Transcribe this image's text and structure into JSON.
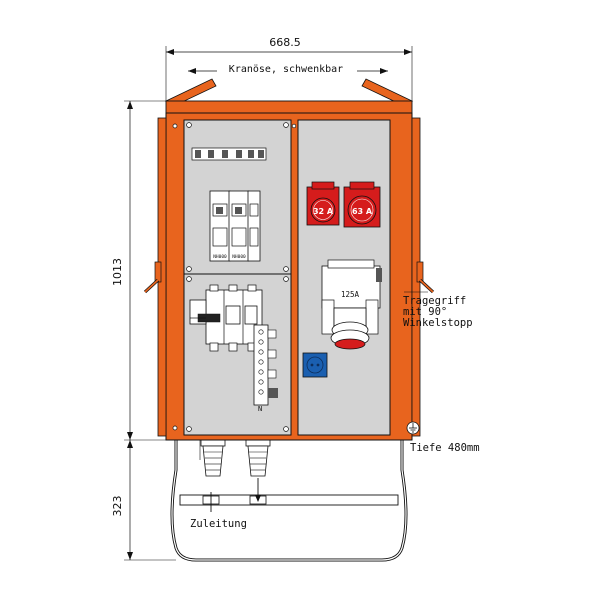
{
  "dimensions": {
    "width": "668.5",
    "height_cabinet": "1013",
    "height_stand": "323"
  },
  "labels": {
    "crane_eye": "Kranöse, schwenkbar",
    "handle_line1": "Tragegriff",
    "handle_line2": "mit 90°",
    "handle_line3": "Winkelstopp",
    "depth": "Tiefe 480mm",
    "feed": "Zuleitung",
    "neutral": "N"
  },
  "sockets": {
    "left_rating": "32 A",
    "right_rating": "63 A",
    "large_rating": "125A"
  },
  "breakers": {
    "rcd_left": "NH000",
    "rcd_right": "NH000"
  },
  "colors": {
    "housing": "#e8641e",
    "panel": "#d3d3d3",
    "socket_red": "#d51c1c",
    "socket_blue": "#1a5fb0",
    "line": "#111111"
  }
}
